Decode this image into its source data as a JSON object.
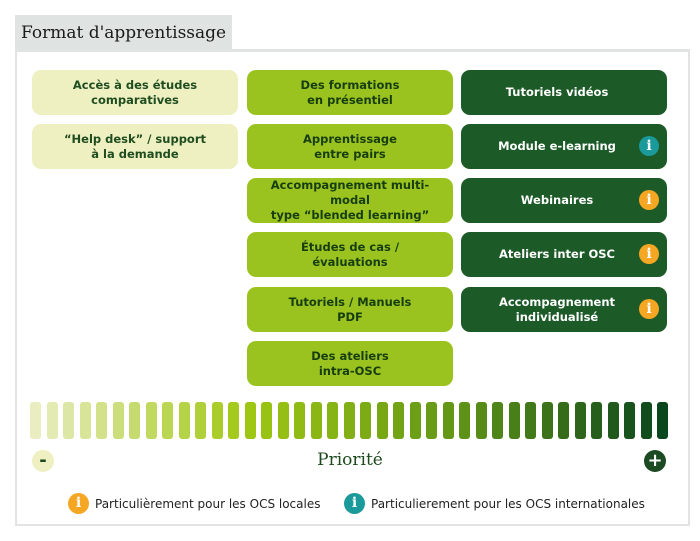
{
  "title": "Format d'apprentissage",
  "columns": [
    {
      "priority": "low",
      "items": [
        {
          "label": "Accès à des études comparatives",
          "lines": [
            "Accès à des études",
            "comparatives"
          ]
        },
        {
          "lines": [
            "“Help desk” / support",
            "à la demande"
          ]
        }
      ]
    },
    {
      "priority": "medium",
      "items": [
        {
          "lines": [
            "Des formations",
            "en présentiel"
          ]
        },
        {
          "lines": [
            "Apprentissage",
            "entre pairs"
          ]
        },
        {
          "lines": [
            "Accompagnement multi-modal",
            "type “blended learning”"
          ]
        },
        {
          "lines": [
            "Études de cas /",
            "évaluations"
          ]
        },
        {
          "lines": [
            "Tutoriels / Manuels",
            "PDF"
          ]
        },
        {
          "lines": [
            "Des ateliers",
            "intra-OSC"
          ]
        }
      ]
    },
    {
      "priority": "high",
      "items": [
        {
          "lines": [
            "Tutoriels vidéos"
          ],
          "badge": null
        },
        {
          "lines": [
            "Module e-learning"
          ],
          "badge": "international"
        },
        {
          "lines": [
            "Webinaires"
          ],
          "badge": "local"
        },
        {
          "lines": [
            "Ateliers inter OSC"
          ],
          "badge": "local"
        },
        {
          "lines": [
            "Accompagnement",
            "individualisé"
          ],
          "badge": "local"
        }
      ]
    }
  ],
  "scale": {
    "label": "Priorité",
    "minus": "-",
    "plus": "+",
    "bar_count": 39
  },
  "legend": [
    {
      "type": "local",
      "text": "Particulièrement pour les OCS locales",
      "color": "#f5a623"
    },
    {
      "type": "international",
      "text": "Particulierement pour les OCS internationales",
      "color": "#1a9a9a"
    }
  ],
  "info_glyph": "i",
  "colors": {
    "low": "#eef0c2",
    "medium": "#9ac31f",
    "high": "#1c5a27"
  }
}
